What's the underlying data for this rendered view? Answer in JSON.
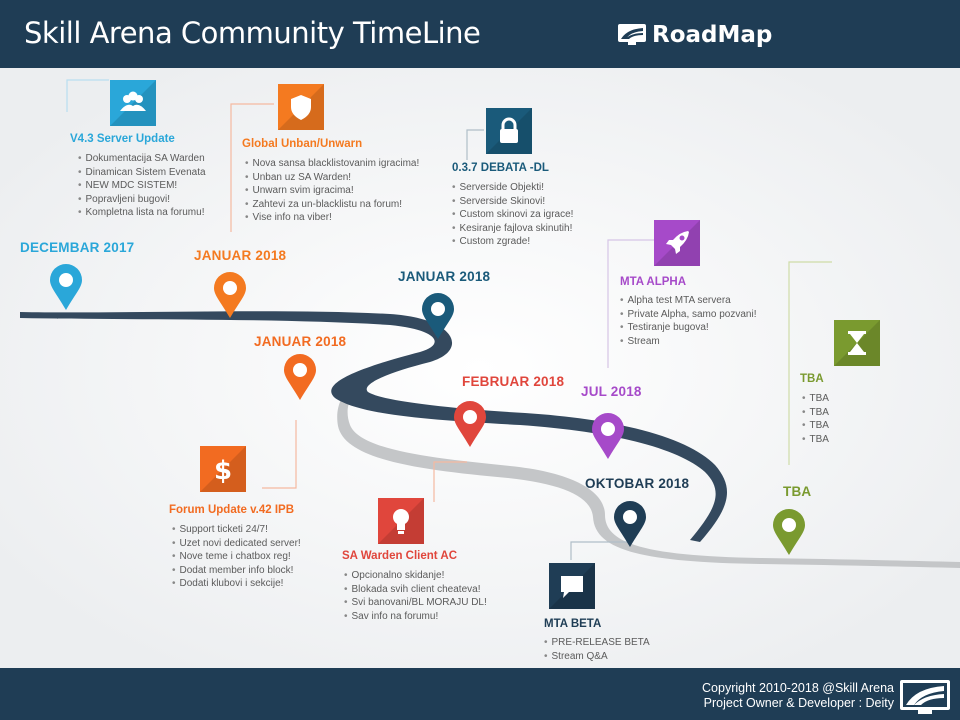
{
  "header": {
    "title": "Skill Arena Community TimeLine",
    "brand": "RoadMap"
  },
  "footer": {
    "line1": "Copyright 2010-2018 @Skill Arena",
    "line2": "Project Owner & Developer : Deity"
  },
  "milestones": [
    {
      "date": "DECEMBAR 2017",
      "color": "#2aa7d9",
      "icon": "users-icon",
      "title": "V4.3 Server Update",
      "items": [
        "Dokumentacija SA Warden",
        "Dinamican Sistem Evenata",
        "NEW MDC SISTEM!",
        "Popravljeni bugovi!",
        "Kompletna lista na forumu!"
      ]
    },
    {
      "date": "JANUAR 2018",
      "color": "#f47a20",
      "icon": "shield-icon",
      "title": "Global Unban/Unwarn",
      "items": [
        "Nova sansa blacklistovanim igracima!",
        "Unban uz SA Warden!",
        "Unwarn svim igracima!",
        "Zahtevi za un-blacklistu na forum!",
        "Vise info na viber!"
      ]
    },
    {
      "date": "JANUAR 2018",
      "color": "#1a5a7a",
      "icon": "lock-icon",
      "title": "0.3.7 DEBATA -DL",
      "items": [
        "Serverside Objekti!",
        "Serverside Skinovi!",
        "Custom skinovi za igrace!",
        "Kesiranje fajlova skinutih!",
        "Custom zgrade!"
      ]
    },
    {
      "date": "JANUAR 2018",
      "color": "#f26b21",
      "icon": "dollar-icon",
      "title": "Forum Update v.42 IPB",
      "items": [
        "Support ticketi 24/7!",
        "Uzet novi dedicated server!",
        "Nove teme i chatbox reg!",
        "Dodat member info block!",
        "Dodati klubovi i sekcije!"
      ]
    },
    {
      "date": "FEBRUAR 2018",
      "color": "#e0463c",
      "icon": "lightbulb-icon",
      "title": "SA Warden Client AC",
      "items": [
        "Opcionalno skidanje!",
        "Blokada svih client cheateva!",
        "Svi banovani/BL MORAJU DL!",
        "Sav info na forumu!"
      ]
    },
    {
      "date": "JUL 2018",
      "color": "#a64ac9",
      "icon": "rocket-icon",
      "title": "MTA ALPHA",
      "items": [
        "Alpha test MTA servera",
        "Private Alpha, samo pozvani!",
        "Testiranje bugova!",
        "Stream"
      ]
    },
    {
      "date": "OKTOBAR 2018",
      "color": "#1f3d55",
      "icon": "chat-icon",
      "title": "MTA BETA",
      "items": [
        "PRE-RELEASE BETA",
        "Stream Q&A"
      ]
    },
    {
      "date": "TBA",
      "color": "#7a9a2f",
      "icon": "hourglass-icon",
      "title": "TBA",
      "items": [
        "TBA",
        "TBA",
        "TBA",
        "TBA"
      ]
    }
  ]
}
